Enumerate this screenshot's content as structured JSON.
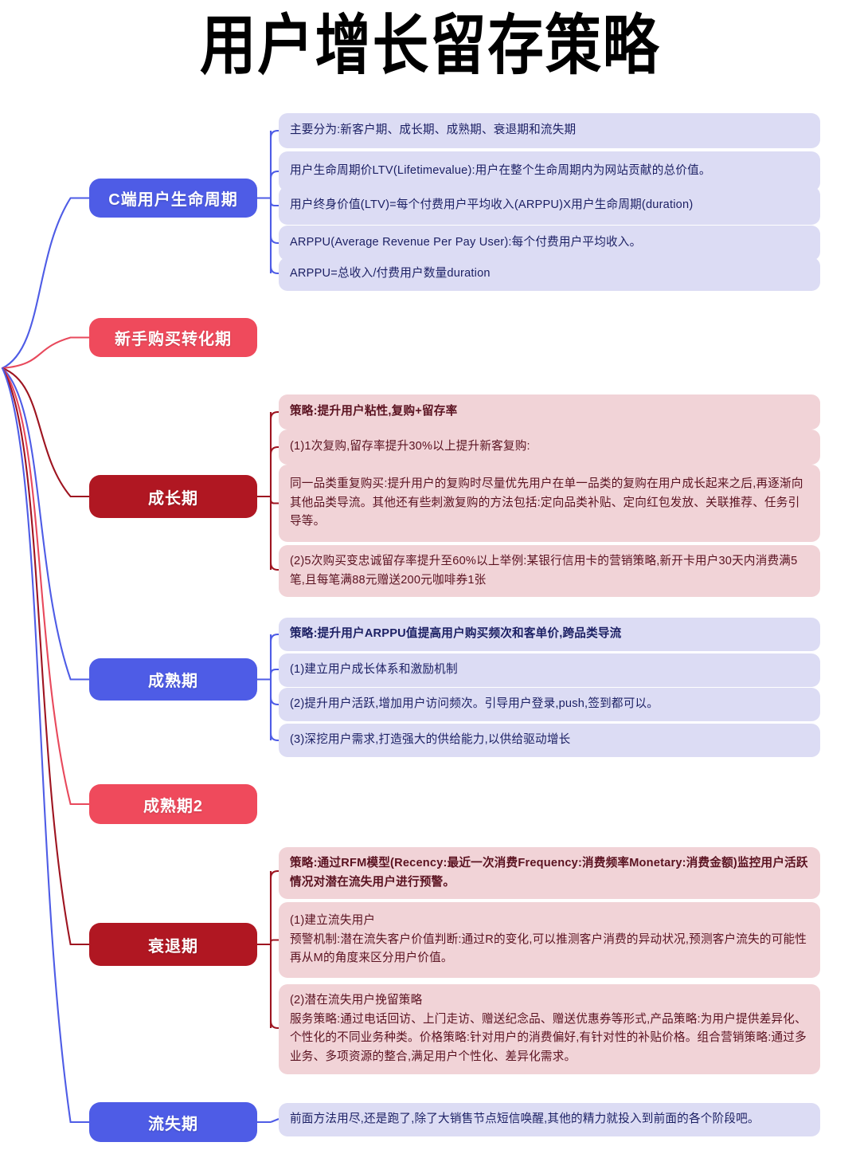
{
  "title": "用户增长留存策略",
  "colors": {
    "blue_node": "#4e5ce6",
    "pink_node": "#ef4a5c",
    "darkred_node": "#b01722",
    "lavender_box": "#dcdcf4",
    "rose_box": "#f1d3d7",
    "blue_wire": "#4e5ce6",
    "pink_wire": "#e8495c",
    "darkred_wire": "#9e1420"
  },
  "branches": [
    {
      "id": "lifecycle",
      "label": "C端用户生命周期",
      "color": "blue",
      "items": [
        {
          "text": "主要分为:新客户期、成长期、成熟期、衰退期和流失期",
          "bold": false
        },
        {
          "text": "用户生命周期价LTV(Lifetimevalue):用户在整个生命周期内为网站贡献的总价值。",
          "bold": false
        },
        {
          "text": "用户终身价值(LTV)=每个付费用户平均收入(ARPPU)X用户生命周期(duration)",
          "bold": false
        },
        {
          "text": "ARPPU(Average Revenue Per Pay User):每个付费用户平均收入。",
          "bold": false
        },
        {
          "text": "ARPPU=总收入/付费用户数量duration",
          "bold": false
        }
      ]
    },
    {
      "id": "novice",
      "label": "新手购买转化期",
      "color": "pink",
      "items": []
    },
    {
      "id": "growth",
      "label": "成长期",
      "color": "darkred",
      "items": [
        {
          "text": "策略:提升用户粘性,复购+留存率",
          "bold": true
        },
        {
          "text": "(1)1次复购,留存率提升30%以上提升新客复购:",
          "bold": false
        },
        {
          "text": "同一品类重复购买:提升用户的复购时尽量优先用户在单一品类的复购在用户成长起来之后,再逐渐向其他品类导流。其他还有些刺激复购的方法包括:定向品类补贴、定向红包发放、关联推荐、任务引导等。",
          "bold": false
        },
        {
          "text": "(2)5次购买变忠诚留存率提升至60%以上举例:某银行信用卡的营销策略,新开卡用户30天内消费满5笔,且每笔满88元赠送200元咖啡券1张",
          "bold": false
        }
      ]
    },
    {
      "id": "mature",
      "label": "成熟期",
      "color": "blue",
      "items": [
        {
          "text": "策略:提升用户ARPPU值提高用户购买频次和客单价,跨品类导流",
          "bold": true
        },
        {
          "text": "(1)建立用户成长体系和激励机制",
          "bold": false
        },
        {
          "text": "(2)提升用户活跃,增加用户访问频次。引导用户登录,push,签到都可以。",
          "bold": false
        },
        {
          "text": "(3)深挖用户需求,打造强大的供给能力,以供给驱动增长",
          "bold": false
        }
      ]
    },
    {
      "id": "mature2",
      "label": "成熟期2",
      "color": "pink",
      "items": []
    },
    {
      "id": "decline",
      "label": "衰退期",
      "color": "darkred",
      "items": [
        {
          "text": "策略:通过RFM模型(Recency:最近一次消费Frequency:消费频率Monetary:消费金额)监控用户活跃情况对潜在流失用户进行预警。",
          "bold": true
        },
        {
          "text": "(1)建立流失用户\n预警机制:潜在流失客户价值判断:通过R的变化,可以推测客户消费的异动状况,预测客户流失的可能性再从M的角度来区分用户价值。",
          "bold": false
        },
        {
          "text": "(2)潜在流失用户挽留策略\n服务策略:通过电话回访、上门走访、赠送纪念品、赠送优惠券等形式,产品策略:为用户提供差异化、个性化的不同业务种类。价格策略:针对用户的消费偏好,有针对性的补贴价格。组合营销策略:通过多业务、多项资源的整合,满足用户个性化、差异化需求。",
          "bold": false
        }
      ]
    },
    {
      "id": "churn",
      "label": "流失期",
      "color": "blue",
      "items": [
        {
          "text": "前面方法用尽,还是跑了,除了大销售节点短信唤醒,其他的精力就投入到前面的各个阶段吧。",
          "bold": false
        }
      ]
    }
  ]
}
